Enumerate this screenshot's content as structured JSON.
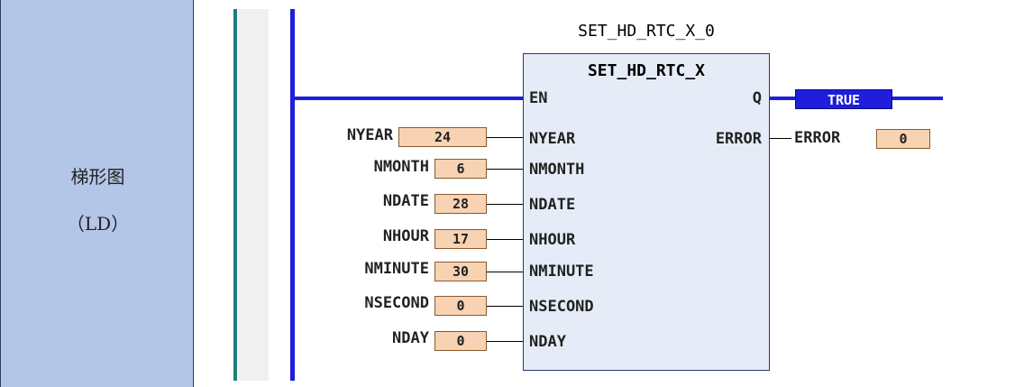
{
  "category_label": {
    "line1": "梯形图",
    "line2": "（LD）"
  },
  "block": {
    "instance": "SET_HD_RTC_X_0",
    "type": "SET_HD_RTC_X"
  },
  "block_pins": {
    "inputs": [
      "EN",
      "NYEAR",
      "NMONTH",
      "NDATE",
      "NHOUR",
      "NMINUTE",
      "NSECOND",
      "NDAY"
    ],
    "outputs": [
      "Q",
      "ERROR"
    ]
  },
  "input_vars": [
    {
      "name": "NYEAR",
      "value": "24"
    },
    {
      "name": "NMONTH",
      "value": "6"
    },
    {
      "name": "NDATE",
      "value": "28"
    },
    {
      "name": "NHOUR",
      "value": "17"
    },
    {
      "name": "NMINUTE",
      "value": "30"
    },
    {
      "name": "NSECOND",
      "value": "0"
    },
    {
      "name": "NDAY",
      "value": "0"
    }
  ],
  "output_q_value": "TRUE",
  "output_error": {
    "name": "ERROR",
    "value": "0"
  },
  "colors": {
    "rail": "#1e1edc",
    "teal_rail": "#1f7f7a",
    "label_bg": "#b3c6e7",
    "block_bg": "#e6ecf7",
    "var_bg": "#f7d2b3"
  }
}
